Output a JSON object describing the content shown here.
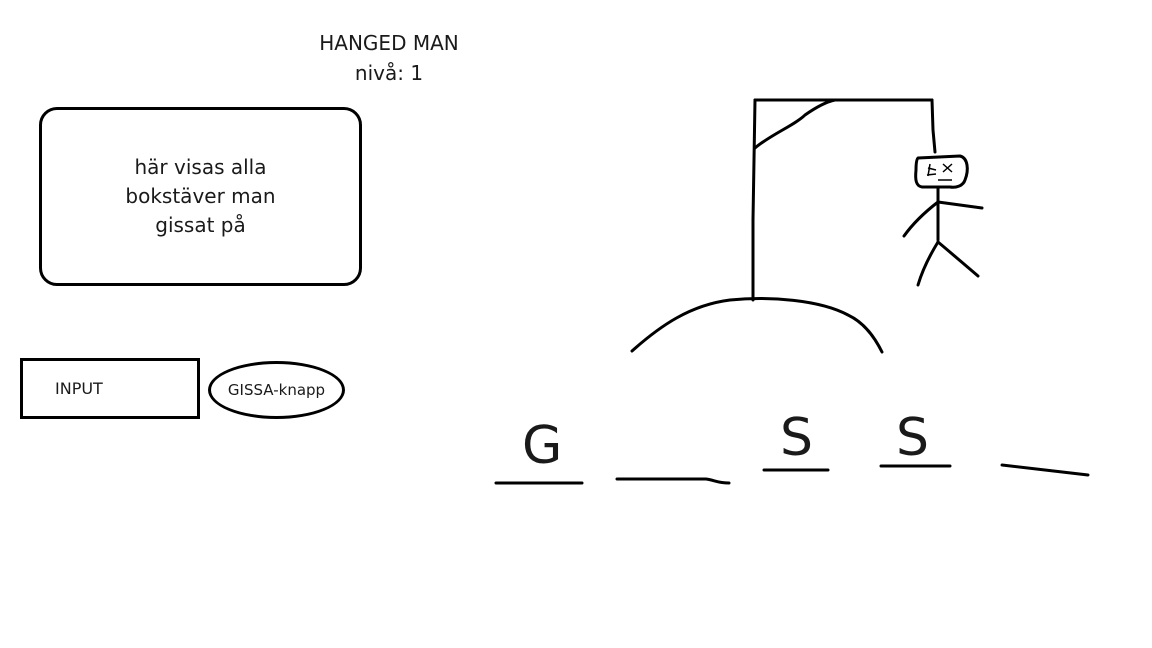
{
  "header": {
    "title": "HANGED MAN",
    "level_label": "nivå: 1"
  },
  "guessed_letters_box": {
    "text": "här visas alla bokstäver man gissat på"
  },
  "input": {
    "placeholder": "INPUT"
  },
  "guess_button": {
    "label": "GISSA-knapp"
  },
  "word_slots": {
    "letters": [
      "G",
      "",
      "S",
      "S",
      ""
    ]
  },
  "colors": {
    "ink": "#000000",
    "background": "#ffffff"
  }
}
